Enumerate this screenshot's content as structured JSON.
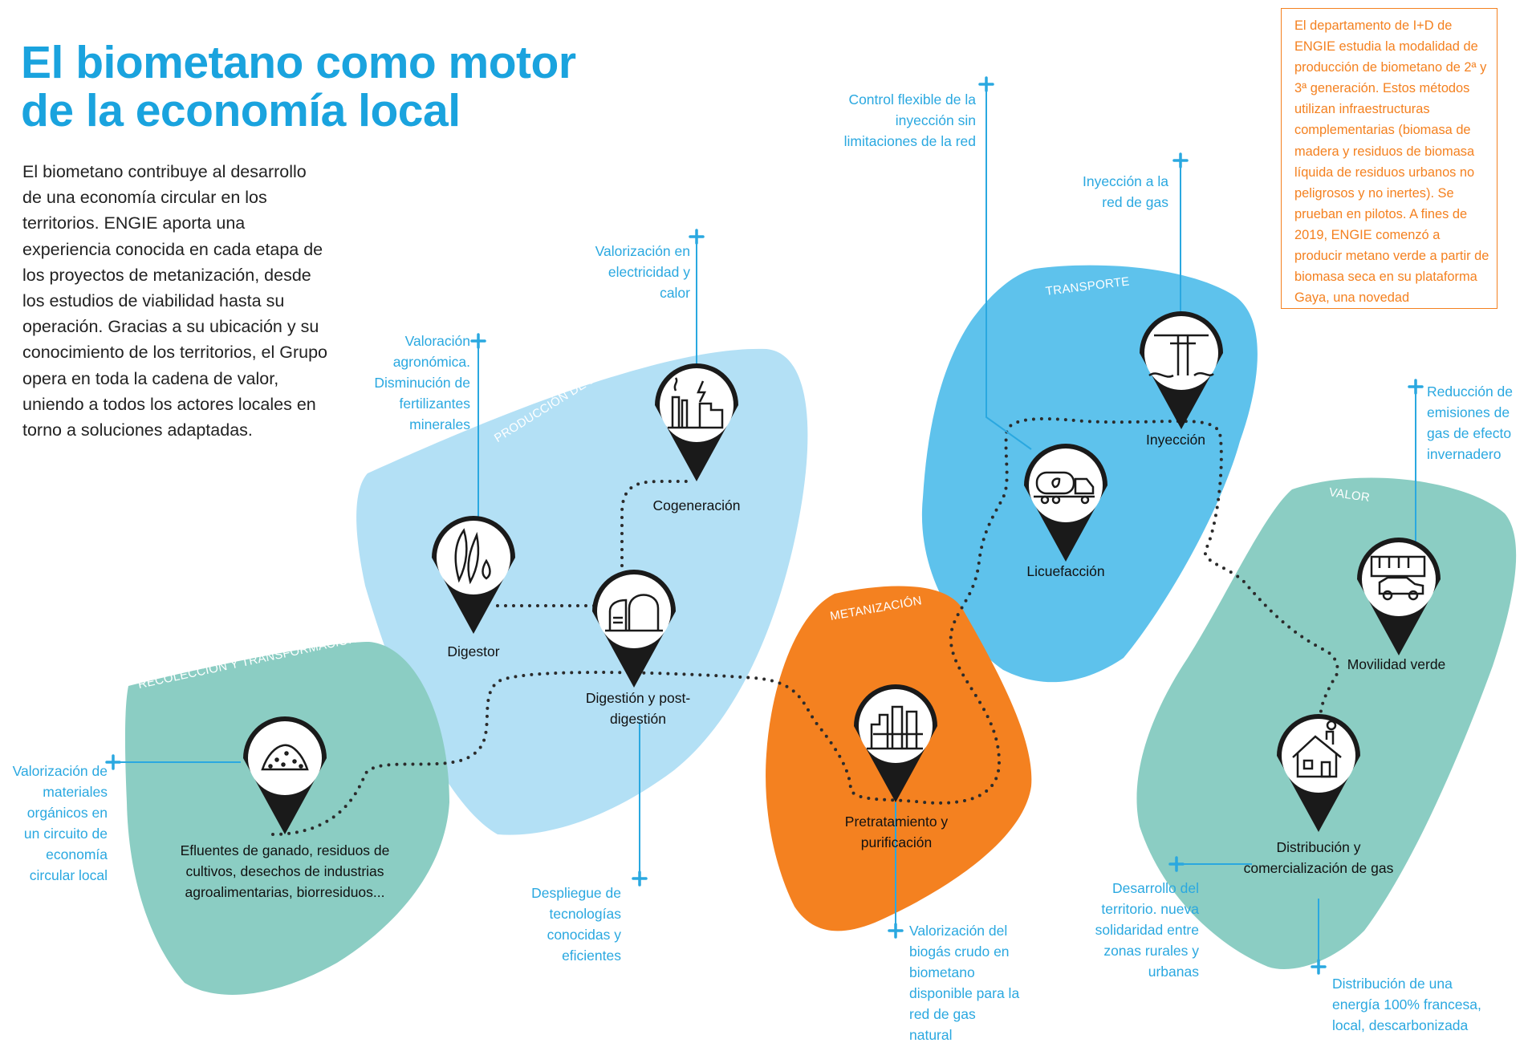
{
  "title": {
    "line1": "El biometano como motor",
    "line2": "de la economía local"
  },
  "intro": "El biometano contribuye al desarrollo de una economía circular en los territorios. ENGIE aporta una experiencia conocida en cada etapa de los proyectos de metanización, desde los estudios de viabilidad hasta su operación. Gracias a su ubicación y su conocimiento de los territorios, el Grupo opera en toda la cadena de valor, uniendo a todos los actores locales en torno a soluciones adaptadas.",
  "rd_box": "El departamento de I+D de ENGIE estudia la modalidad de producción de biometano de 2ª y 3ª generación. Estos métodos utilizan infraestructuras complementarias (biomasa de madera y residuos de biomasa líquida de residuos urbanos no peligrosos y no inertes). Se prueban en pilotos. A fines de 2019, ENGIE comenzó a producir metano verde a partir de biomasa seca en su plataforma Gaya, una novedad",
  "stages": {
    "recoleccion": "RECOLECCIÓN Y TRANSFORMACIÓN",
    "produccion": "PRODUCCIÓN DE BIOGÁS",
    "metanizacion": "METANIZACIÓN",
    "transporte": "TRANSPORTE",
    "valor": "VALOR"
  },
  "nodes": {
    "efluentes": "Efluentes de ganado, residuos de cultivos, desechos de industrias agroalimentarias, biorresiduos...",
    "digestor": "Digestor",
    "digestion": "Digestión y post-digestión",
    "cogeneracion": "Cogeneración",
    "pretratamiento": "Pretratamiento y purificación",
    "licuefaccion": "Licuefacción",
    "inyeccion": "Inyección",
    "movilidad": "Movilidad verde",
    "distribucion": "Distribución y comercialización de gas"
  },
  "annotations": {
    "valorizacion_materiales": "Valorización de materiales orgánicos en un circuito de economía circular local",
    "valoracion_agronomica": "Valoración agronómica. Disminución de fertilizantes minerales",
    "valorizacion_electricidad": "Valorización en electricidad y calor",
    "despliegue": "Despliegue de tecnologías conocidas y eficientes",
    "valorizacion_biogas": "Valorización del biogás crudo en biometano disponible para la red de gas natural",
    "control_flexible": "Control flexible de la inyección sin limitaciones de la red",
    "inyeccion_red": "Inyección a la red de gas",
    "reduccion_emisiones": "Reducción de emisiones de gas de efecto invernadero",
    "desarrollo_territorio": "Desarrollo del territorio. nueva solidaridad entre zonas rurales y urbanas",
    "distribucion_energia": "Distribución de una energía 100% francesa, local, descarbonizada"
  },
  "colors": {
    "title_blue": "#1aa3de",
    "annotation_blue": "#2aa8e0",
    "orange": "#f48120",
    "teal": "#8bcdc3",
    "light_blue": "#b3e0f5",
    "mid_blue": "#5ec2ec"
  },
  "icons": {
    "efluentes": "heap-icon",
    "digestor": "crops-droplet-icon",
    "digestion": "digester-tank-icon",
    "cogeneracion": "power-plant-icon",
    "pretratamiento": "purification-plant-icon",
    "licuefaccion": "tanker-truck-icon",
    "inyeccion": "gas-valve-icon",
    "movilidad": "bus-car-icon",
    "distribucion": "house-icon"
  }
}
